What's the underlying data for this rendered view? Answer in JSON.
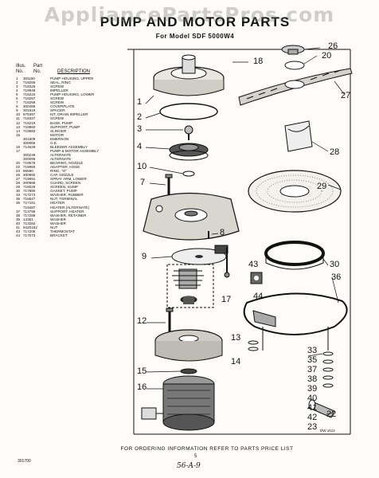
{
  "watermark": "AppliancePartsPros.com",
  "title": "PUMP AND MOTOR PARTS",
  "subtitle": "For Model SDF 5000W4",
  "table_header": {
    "illus_line1": "Illus.",
    "illus_line2": "No.",
    "part_line1": "Part",
    "part_line2": "No.",
    "description": "DESCRIPTION"
  },
  "parts": [
    {
      "illus": "1",
      "part": "301150",
      "desc": "PUMP HOUSING, UPPER"
    },
    {
      "illus": "2",
      "part": "718259",
      "desc": "SEAL, RING"
    },
    {
      "illus": "3",
      "part": "718326",
      "desc": "SCREW"
    },
    {
      "illus": "4",
      "part": "719949",
      "desc": "IMPELLER"
    },
    {
      "illus": "5",
      "part": "718222",
      "desc": "PUMP HOUSING, LOWER"
    },
    {
      "illus": "6",
      "part": "718257",
      "desc": "SCREW"
    },
    {
      "illus": "7",
      "part": "718258",
      "desc": "SCREW"
    },
    {
      "illus": "8",
      "part": "300486",
      "desc": "COVERPLATE"
    },
    {
      "illus": "9",
      "part": "301619",
      "desc": "SPACER"
    },
    {
      "illus": "10",
      "part": "675397",
      "desc": "KIT, DRAIN IMPELLER"
    },
    {
      "illus": "11",
      "part": "718327",
      "desc": "SCREW"
    },
    {
      "illus": "12",
      "part": "718219",
      "desc": "BASE, PUMP"
    },
    {
      "illus": "13",
      "part": "718860",
      "desc": "SUPPORT, PUMP"
    },
    {
      "illus": "14",
      "part": "719583",
      "desc": "SLINGER"
    },
    {
      "illus": "15",
      "part": "",
      "desc": "MOTOR"
    },
    {
      "illus": "",
      "part": "301509",
      "desc": "EMERSON"
    },
    {
      "illus": "",
      "part": "300065",
      "desc": "G.E."
    },
    {
      "illus": "16",
      "part": "714629",
      "desc": "BLEEDER ASSEMBLY"
    },
    {
      "illus": "17",
      "part": "",
      "desc": "PUMP & MOTOR ASSEMBLY"
    },
    {
      "illus": "",
      "part": "300236",
      "desc": "ALTERNATE"
    },
    {
      "illus": "",
      "part": "300095",
      "desc": "ALTERNATE"
    },
    {
      "illus": "20",
      "part": "719576",
      "desc": "BEARING, NOZZLE"
    },
    {
      "illus": "22",
      "part": "719950",
      "desc": "ADAPTER, HOSE"
    },
    {
      "illus": "23",
      "part": "95680",
      "desc": "RING, \"O\""
    },
    {
      "illus": "26",
      "part": "300992",
      "desc": "CAP, NOZZLE"
    },
    {
      "illus": "27",
      "part": "719691",
      "desc": "SPRAY ARM, LOWER"
    },
    {
      "illus": "28",
      "part": "300988",
      "desc": "GUARD, SCREEN"
    },
    {
      "illus": "29",
      "part": "718026",
      "desc": "SCREEN, SUMP"
    },
    {
      "illus": "30",
      "part": "717890",
      "desc": "GASKET, PUMP"
    },
    {
      "illus": "33",
      "part": "717273",
      "desc": "WASHER, RUBBER"
    },
    {
      "illus": "35",
      "part": "718527",
      "desc": "NUT, TERMINAL"
    },
    {
      "illus": "36",
      "part": "717181",
      "desc": "HEATER"
    },
    {
      "illus": "",
      "part": "719487",
      "desc": "HEATER (ALTERNATE)"
    },
    {
      "illus": "37",
      "part": "713796",
      "desc": "SUPPORT, HEATER"
    },
    {
      "illus": "38",
      "part": "717289",
      "desc": "WASHER, RETAINER"
    },
    {
      "illus": "39",
      "part": "14351",
      "desc": "WASHER"
    },
    {
      "illus": "40",
      "part": "713284",
      "desc": "WASHER"
    },
    {
      "illus": "41",
      "part": "9420162",
      "desc": "NUT"
    },
    {
      "illus": "43",
      "part": "717206",
      "desc": "THERMOSTAT"
    },
    {
      "illus": "44",
      "part": "717073",
      "desc": "BRACKET"
    }
  ],
  "callouts": [
    "26",
    "20",
    "18",
    "27",
    "1",
    "2",
    "3",
    "4",
    "28",
    "10",
    "7",
    "8",
    "29",
    "30",
    "9",
    "43",
    "36",
    "44",
    "17",
    "12",
    "33",
    "35",
    "37",
    "38",
    "14",
    "15",
    "39",
    "40",
    "41",
    "16",
    "42",
    "23",
    "22",
    "13"
  ],
  "diagram_code": "DW 1614",
  "footer": "FOR ORDERING INFORMATION REFER TO PARTS PRICE LIST",
  "footer_page": "5",
  "page_code": "301700",
  "handwritten": "56-A-9"
}
